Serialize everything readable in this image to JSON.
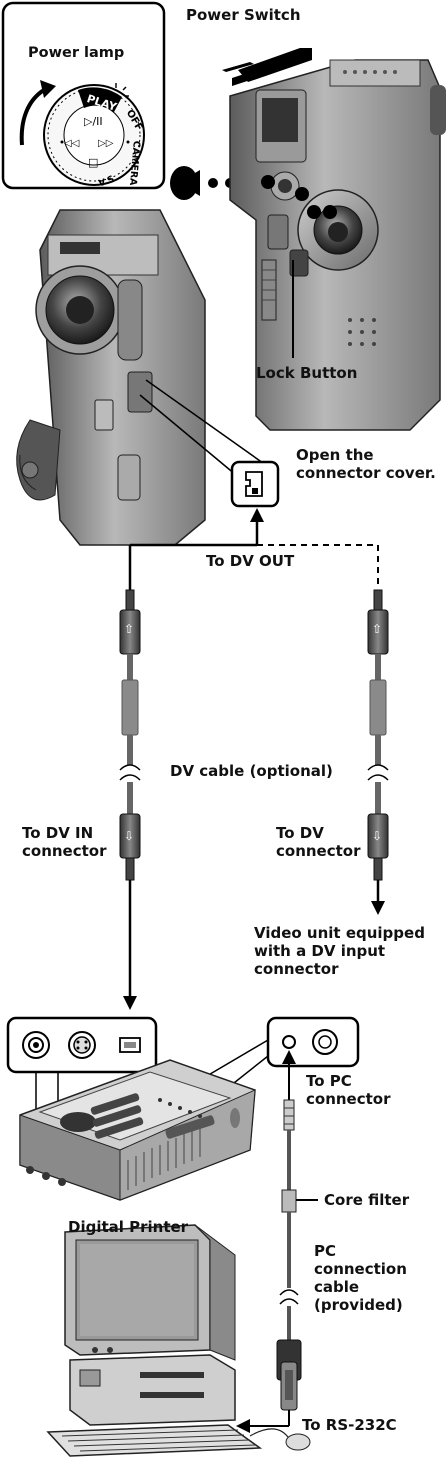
{
  "callouts": {
    "power_switch": "Power Switch",
    "power_lamp": "Power lamp",
    "lock_button": "Lock Button",
    "open_cover": [
      "Open the",
      "connector cover."
    ],
    "to_dv_out": "To DV OUT",
    "dv_cable": "DV cable (optional)",
    "to_dv_in": [
      "To DV IN",
      "connector"
    ],
    "to_dv": [
      "To DV",
      "connector"
    ],
    "video_unit": [
      "Video unit equipped",
      "with a DV input",
      "connector"
    ],
    "to_pc": [
      "To PC",
      "connector"
    ],
    "core_filter": "Core filter",
    "digital_printer": "Digital Printer",
    "pc_cable": [
      "PC",
      "connection",
      "cable",
      "(provided)"
    ],
    "to_rs232c": "To RS-232C"
  },
  "dial": {
    "play": "PLAY",
    "off": "OFF",
    "camera": "CAMERA",
    "a_mark": "A",
    "s_mark": "S",
    "play_pause": "▷/II",
    "rew": "◁◁",
    "ff": "▷▷",
    "stop": "□"
  }
}
